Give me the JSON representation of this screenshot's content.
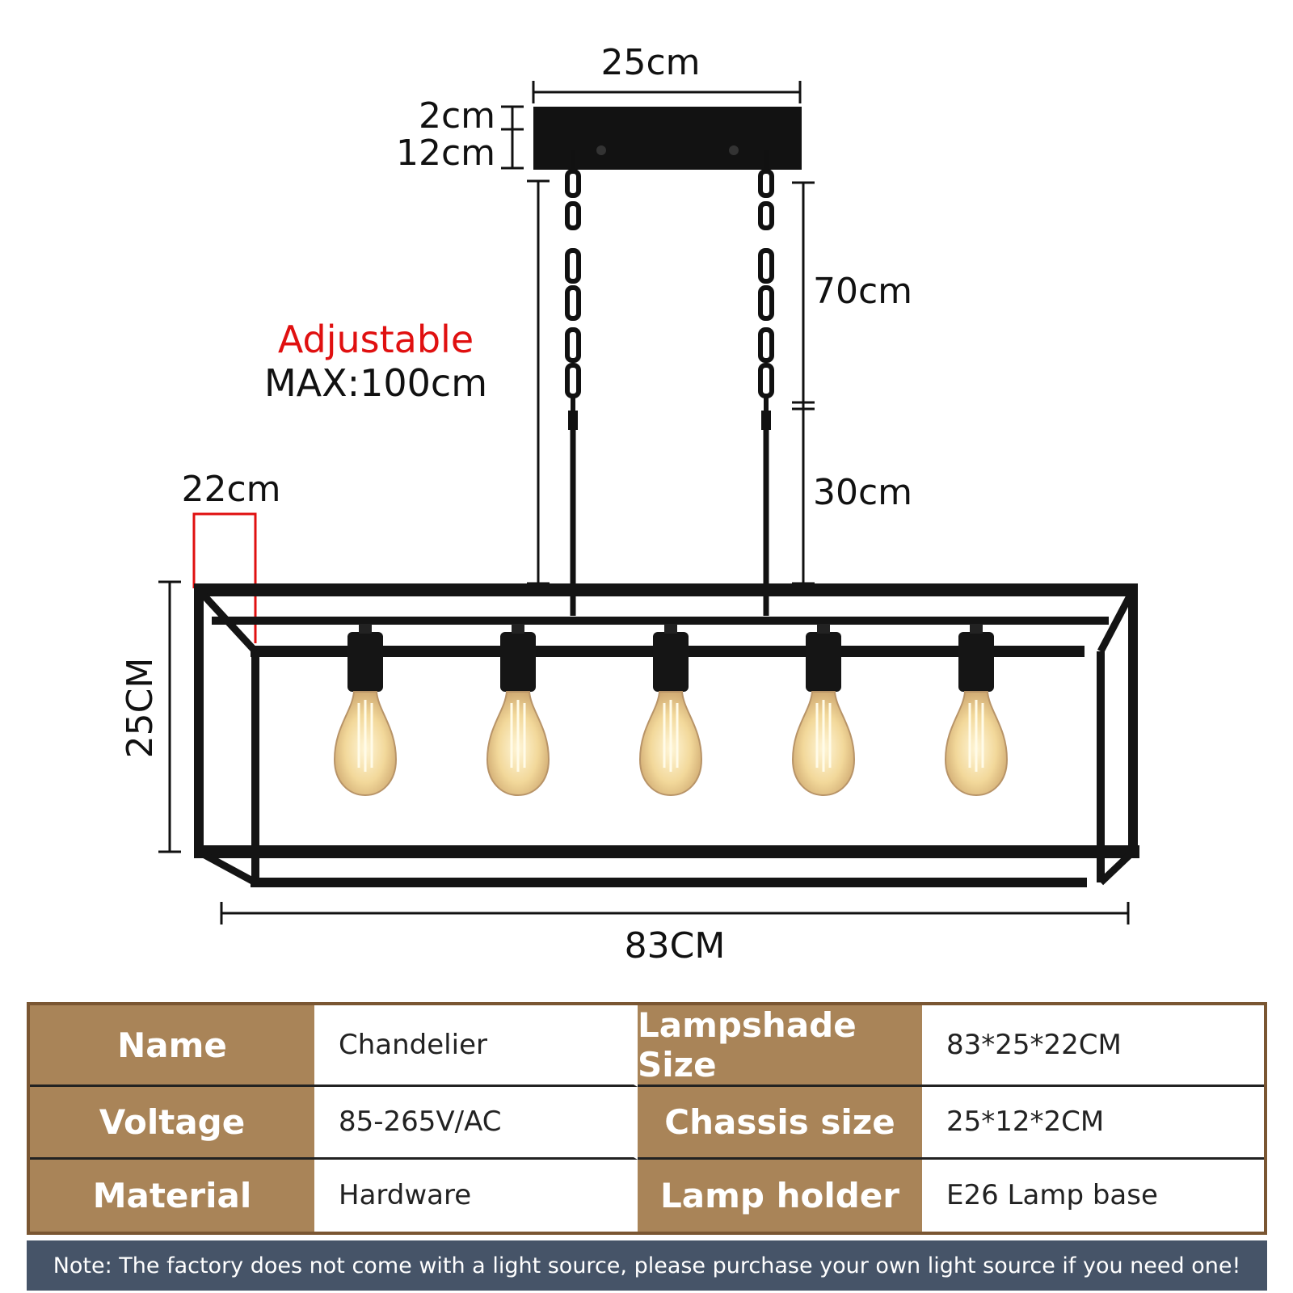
{
  "dimensions": {
    "chassis_width": "25cm",
    "chassis_thickness": "2cm",
    "chassis_depth": "12cm",
    "adjustable_label": "Adjustable",
    "adjustable_max": "MAX:100cm",
    "chain_length": "70cm",
    "rod_length": "30cm",
    "frame_depth": "22cm",
    "frame_height": "25CM",
    "frame_length": "83CM"
  },
  "bulbs": {
    "count": 5
  },
  "colors": {
    "label_bg": "#a98458",
    "table_border": "#7a5632",
    "note_bg": "#465468",
    "adjustable": "#e01010"
  },
  "specs": [
    {
      "label": "Name",
      "value": "Chandelier",
      "label2": "Lampshade Size",
      "value2": "83*25*22CM"
    },
    {
      "label": "Voltage",
      "value": "85-265V/AC",
      "label2": "Chassis size",
      "value2": "25*12*2CM"
    },
    {
      "label": "Material",
      "value": "Hardware",
      "label2": "Lamp holder",
      "value2": "E26 Lamp base"
    }
  ],
  "note": "Note: The factory does not come with a light source, please purchase your own light source if you need one!"
}
